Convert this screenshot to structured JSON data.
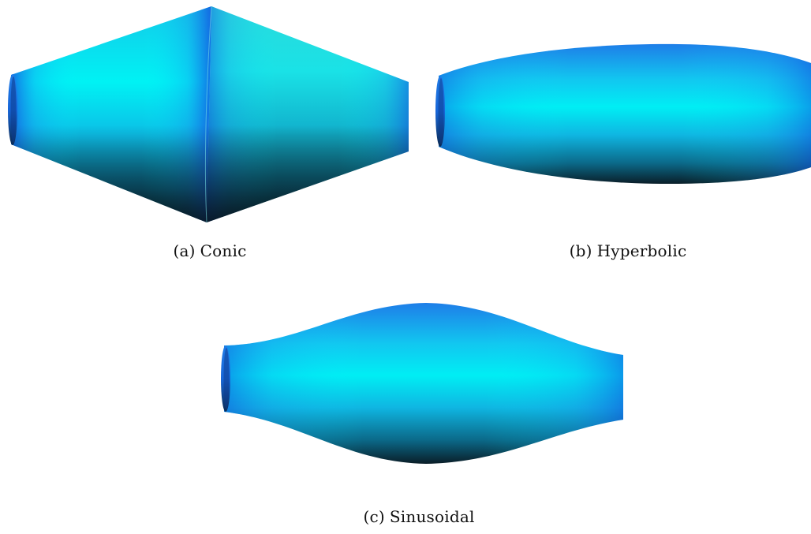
{
  "figure": {
    "panels": [
      {
        "key": "a",
        "label": "(a)",
        "title": "Conic"
      },
      {
        "key": "b",
        "label": "(b)",
        "title": "Hyperbolic"
      },
      {
        "key": "c",
        "label": "(c)",
        "title": "Sinusoidal"
      }
    ],
    "colors": {
      "highlight": "#00f4f4",
      "body": "#18b6f0",
      "edge_blue": "#1a63e8",
      "shadow": "#0c2430",
      "rim_inner": "#0c2f78"
    }
  }
}
